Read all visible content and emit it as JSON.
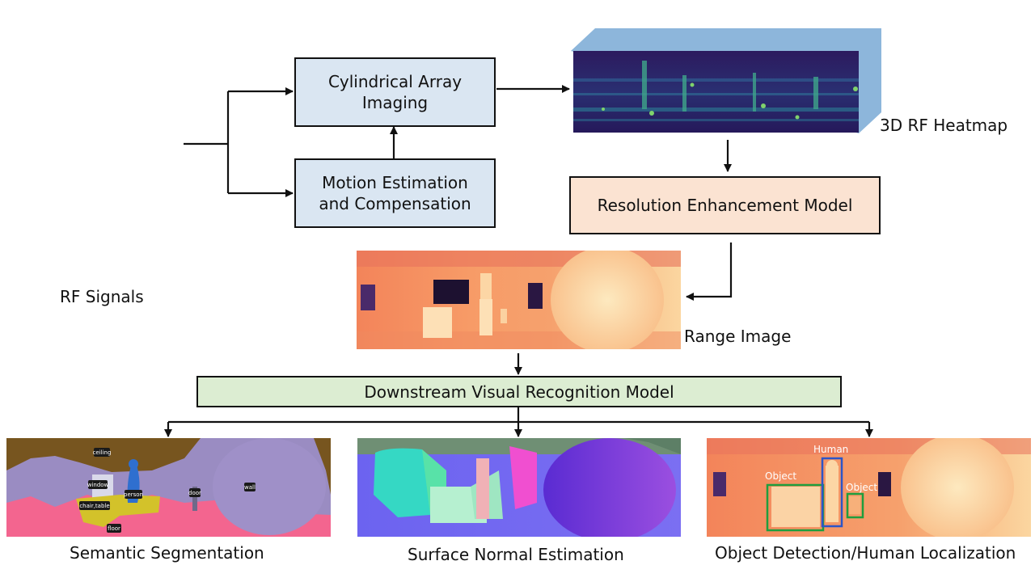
{
  "input_label": "RF Signals",
  "blocks": {
    "cylindrical_l1": "Cylindrical Array",
    "cylindrical_l2": "Imaging",
    "motion_l1": "Motion Estimation",
    "motion_l2": "and Compensation",
    "resolution": "Resolution Enhancement Model",
    "downstream": "Downstream Visual Recognition Model"
  },
  "heatmap_label": "3D RF Heatmap",
  "range_label": "Range Image",
  "outputs": {
    "segmentation": "Semantic Segmentation",
    "normal": "Surface Normal Estimation",
    "detection": "Object Detection/Human Localization"
  },
  "seg_tags": {
    "ceiling": "ceiling",
    "window": "window",
    "person": "person",
    "chairtable": "chair,table",
    "door": "door",
    "wall": "wall",
    "floor": "floor"
  },
  "det_tags": {
    "human": "Human",
    "object1": "Object",
    "object2": "Object"
  },
  "colors": {
    "block_blue": "#dae6f2",
    "block_peach": "#fbe3d2",
    "block_green": "#dcedd2"
  }
}
